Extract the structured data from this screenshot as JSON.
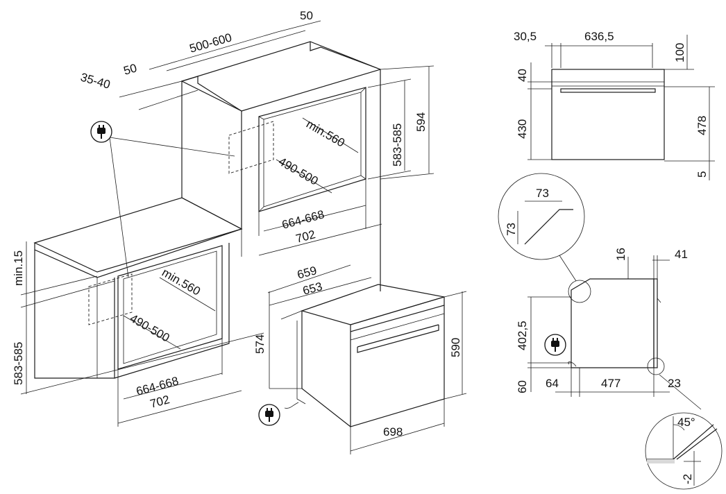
{
  "colors": {
    "line": "#1a1a1a",
    "panel": "#f2f2f2",
    "shadow": "#e8e8e8",
    "hatch": "#d9d9d9"
  },
  "icons": [
    "plug-icon"
  ],
  "cabinet_column": {
    "depth_top": "50",
    "depth_range": "500-600",
    "depth_gap": "50",
    "depth_back": "35-40",
    "niche_height_range": "583-585",
    "niche_total_height": "594",
    "min_depth": "min.560",
    "niche_depth": "490-500",
    "niche_width": "664-668",
    "outer_width": "702"
  },
  "cabinet_undercounter": {
    "top_gap": "min.15",
    "niche_height_range": "583-585",
    "min_depth": "min.560",
    "niche_depth": "490-500",
    "niche_width": "664-668",
    "outer_width": "702"
  },
  "oven_iso": {
    "depth_overall": "659",
    "depth_body": "653",
    "body_height": "574",
    "front_height": "590",
    "front_width": "698"
  },
  "front_view": {
    "side_offset": "30,5",
    "inner_width": "636,5",
    "top_gap": "100",
    "panel_height": "40",
    "door_height": "430",
    "total_height": "478",
    "bottom_gap": "5"
  },
  "detail_chamfer": {
    "horizontal": "73",
    "vertical": "73"
  },
  "side_view": {
    "top_offset": "16",
    "front_thickness": "41",
    "body_height": "402,5",
    "base_height": "60",
    "back_offset": "64",
    "body_depth": "477",
    "door_depth": "23"
  },
  "detail_angle": {
    "angle": "45°",
    "offset": "-2"
  }
}
